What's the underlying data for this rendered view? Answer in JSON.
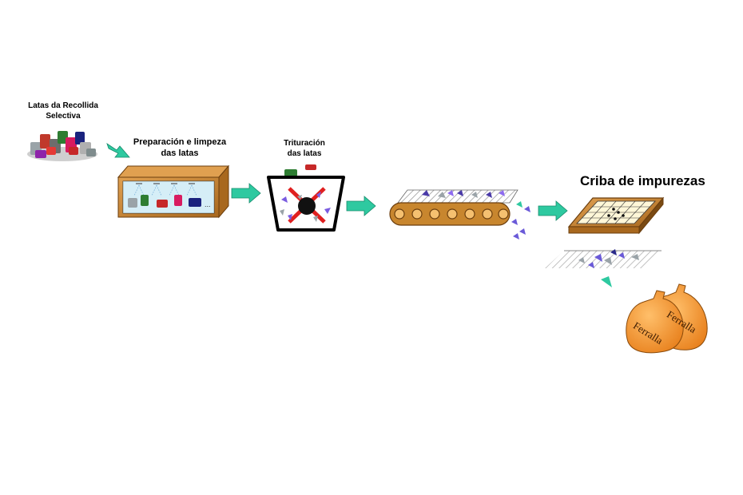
{
  "labels": {
    "collection_line1": "Latas da Recollida",
    "collection_line2": "Selectiva",
    "prep_line1": "Preparación e limpeza",
    "prep_line2": "das latas",
    "shred_line1": "Trituración",
    "shred_line2": "das latas",
    "sieve": "Criba de impurezas",
    "sack1": "Ferralla",
    "sack2": "Ferralla"
  },
  "colors": {
    "arrow": "#2ec9a0",
    "wood": "#c8862e",
    "wood_dark": "#7a4a12",
    "water": "#b9e3f2",
    "sack": "#f39a3c"
  },
  "icons": {
    "cans_pile": "cans-pile-icon",
    "washer": "washer-box-icon",
    "shredder": "shredder-icon",
    "conveyor": "conveyor-belt-icon",
    "sieve": "sieve-grid-icon",
    "sacks": "scrap-sacks-icon"
  }
}
